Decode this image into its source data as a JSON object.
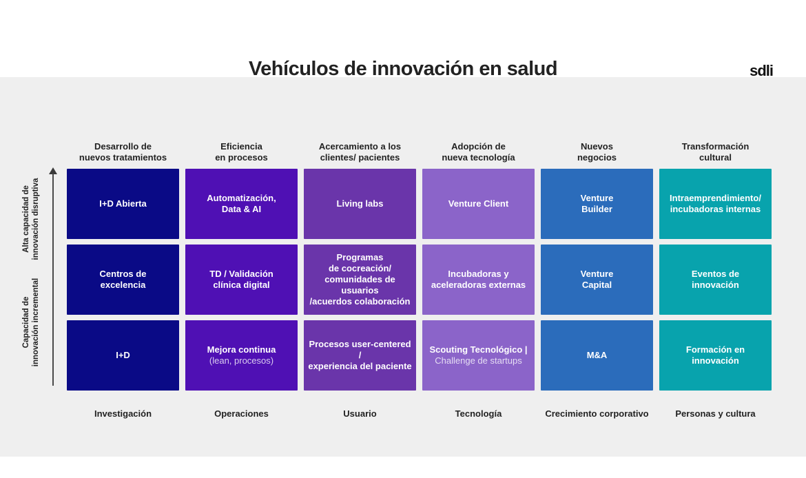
{
  "page": {
    "title": "Vehículos de innovación en salud",
    "logo": "sdli"
  },
  "colors": {
    "canvas_background": "#efefef",
    "column_palette": [
      "#0a0a86",
      "#4f10b4",
      "#6a35aa",
      "#8b64c9",
      "#2b6cbb",
      "#08a3ad"
    ]
  },
  "axis": {
    "icon": "arrow-up",
    "top_label": "Alta capacidad de\ninnovación disruptiva",
    "bottom_label": "Capacidad de\ninnovación incremental"
  },
  "matrix": {
    "columns": [
      {
        "header": "Desarrollo de\nnuevos tratamientos",
        "footer": "Investigación",
        "color": "#0a0a86",
        "cells": [
          {
            "main": "I+D Abierta",
            "sub": ""
          },
          {
            "main": "Centros de\nexcelencia",
            "sub": ""
          },
          {
            "main": "I+D",
            "sub": ""
          }
        ]
      },
      {
        "header": "Eficiencia\nen procesos",
        "footer": "Operaciones",
        "color": "#4f10b4",
        "cells": [
          {
            "main": "Automatización,\nData & AI",
            "sub": ""
          },
          {
            "main": "TD / Validación\nclínica digital",
            "sub": ""
          },
          {
            "main": "Mejora continua",
            "sub": "(lean, procesos)"
          }
        ]
      },
      {
        "header": "Acercamiento a los\nclientes/ pacientes",
        "footer": "Usuario",
        "color": "#6a35aa",
        "cells": [
          {
            "main": "Living labs",
            "sub": ""
          },
          {
            "main": "Programas\nde cocreación/\ncomunidades de usuarios\n/acuerdos colaboración",
            "sub": ""
          },
          {
            "main": "Procesos user-centered /\nexperiencia del paciente",
            "sub": ""
          }
        ]
      },
      {
        "header": "Adopción de\nnueva tecnología",
        "footer": "Tecnología",
        "color": "#8b64c9",
        "cells": [
          {
            "main": "Venture Client",
            "sub": ""
          },
          {
            "main": "Incubadoras y\naceleradoras externas",
            "sub": ""
          },
          {
            "main": "Scouting Tecnológico |",
            "sub": "Challenge de startups"
          }
        ]
      },
      {
        "header": "Nuevos\nnegocios",
        "footer": "Crecimiento corporativo",
        "color": "#2b6cbb",
        "cells": [
          {
            "main": "Venture\nBuilder",
            "sub": ""
          },
          {
            "main": "Venture\nCapital",
            "sub": ""
          },
          {
            "main": "M&A",
            "sub": ""
          }
        ]
      },
      {
        "header": "Transformación\ncultural",
        "footer": "Personas y cultura",
        "color": "#08a3ad",
        "cells": [
          {
            "main": "Intraemprendimiento/\nincubadoras internas",
            "sub": ""
          },
          {
            "main": "Eventos de\ninnovación",
            "sub": ""
          },
          {
            "main": "Formación en\ninnovación",
            "sub": ""
          }
        ]
      }
    ]
  }
}
